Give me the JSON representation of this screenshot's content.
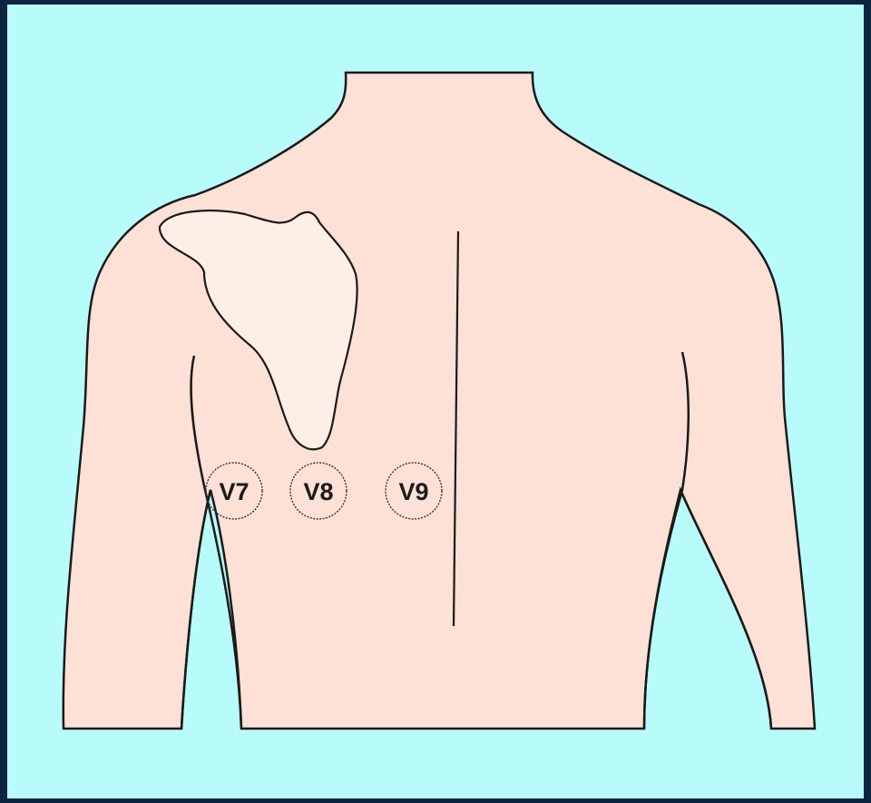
{
  "colors": {
    "background": "#b8fbfb",
    "border": "#0d2440",
    "skin": "#fde0d6",
    "scapula": "#fdefe6",
    "outline": "#1a1a1a"
  },
  "leads": [
    {
      "id": "v7",
      "label": "V7"
    },
    {
      "id": "v8",
      "label": "V8"
    },
    {
      "id": "v9",
      "label": "V9"
    }
  ]
}
